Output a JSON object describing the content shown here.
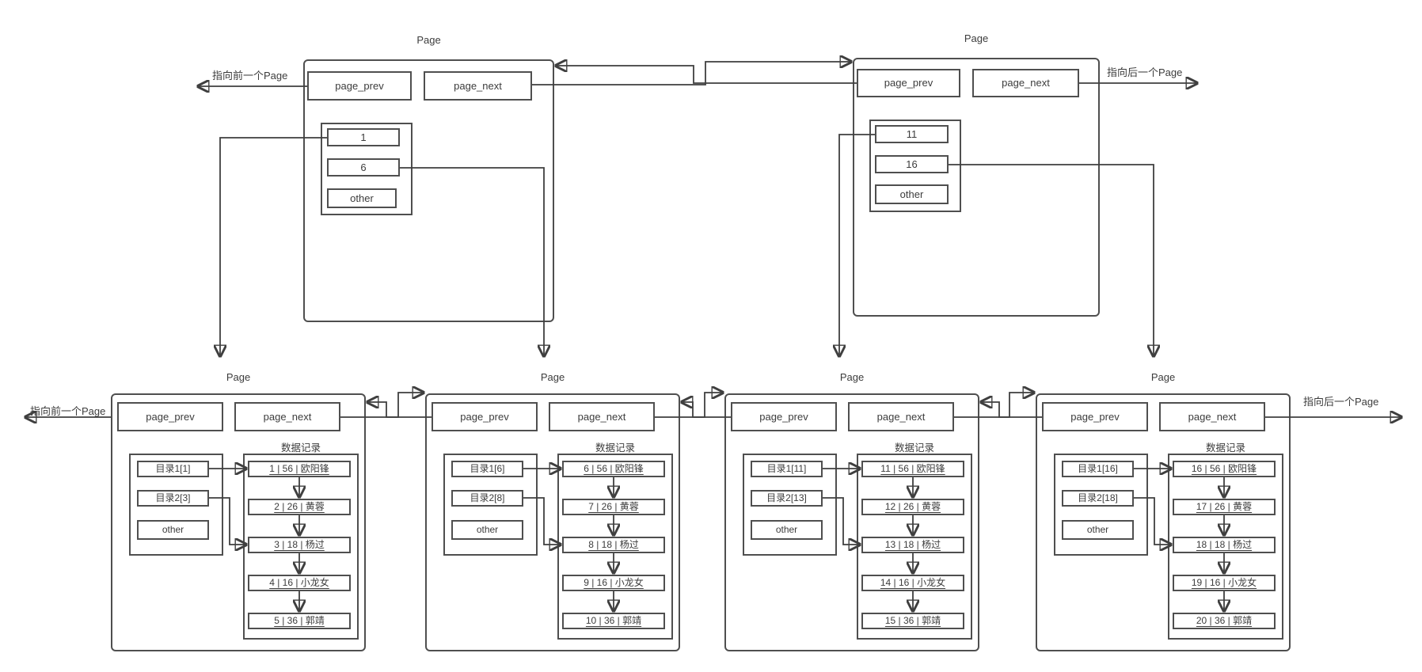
{
  "diagram": {
    "labels": {
      "top_prev": "指向前一个Page",
      "top_next": "指向后一个Page",
      "bottom_prev": "指向前一个Page",
      "bottom_next": "指向后一个Page"
    },
    "top_pages": [
      {
        "title": "Page",
        "page_prev": "page_prev",
        "page_next": "page_next",
        "entries": [
          "1",
          "6",
          "other"
        ]
      },
      {
        "title": "Page",
        "page_prev": "page_prev",
        "page_next": "page_next",
        "entries": [
          "11",
          "16",
          "other"
        ]
      }
    ],
    "bottom_pages": [
      {
        "title": "Page",
        "page_prev": "page_prev",
        "page_next": "page_next",
        "records_label": "数据记录",
        "dir_entries": [
          "目录1[1]",
          "目录2[3]",
          "other"
        ],
        "records": [
          "1 | 56 | 欧阳锋",
          "2 | 26 | 黄蓉",
          "3 | 18 | 杨过",
          "4 | 16 | 小龙女",
          "5 | 36 | 郭靖"
        ]
      },
      {
        "title": "Page",
        "page_prev": "page_prev",
        "page_next": "page_next",
        "records_label": "数据记录",
        "dir_entries": [
          "目录1[6]",
          "目录2[8]",
          "other"
        ],
        "records": [
          "6 | 56 | 欧阳锋",
          "7 | 26 | 黄蓉",
          "8 | 18 | 杨过",
          "9 | 16 | 小龙女",
          "10 | 36 | 郭靖"
        ]
      },
      {
        "title": "Page",
        "page_prev": "page_prev",
        "page_next": "page_next",
        "records_label": "数据记录",
        "dir_entries": [
          "目录1[11]",
          "目录2[13]",
          "other"
        ],
        "records": [
          "11 | 56 | 欧阳锋",
          "12 | 26 | 黄蓉",
          "13 | 18 | 杨过",
          "14 | 16 | 小龙女",
          "15 | 36 | 郭靖"
        ]
      },
      {
        "title": "Page",
        "page_prev": "page_prev",
        "page_next": "page_next",
        "records_label": "数据记录",
        "dir_entries": [
          "目录1[16]",
          "目录2[18]",
          "other"
        ],
        "records": [
          "16 | 56 | 欧阳锋",
          "17 | 26 | 黄蓉",
          "18 | 18 | 杨过",
          "19 | 16 | 小龙女",
          "20 | 36 | 郭靖"
        ]
      }
    ]
  }
}
